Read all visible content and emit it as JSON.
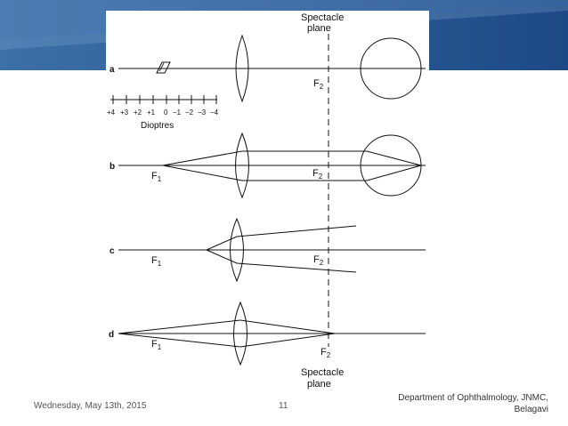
{
  "slide": {
    "date": "Wednesday, May 13th, 2015",
    "page_number": "11",
    "department_line1": "Department of Ophthalmology, JNMC,",
    "department_line2": "Belagavi",
    "accent_color": "#1f4e8c"
  },
  "figure": {
    "top_label_line1": "Spectacle",
    "top_label_line2": "plane",
    "bottom_label_line1": "Spectacle",
    "bottom_label_line2": "plane",
    "scale_ticks": [
      "+4",
      "+3",
      "+2",
      "+1",
      "0",
      "−1",
      "−2",
      "−3",
      "−4"
    ],
    "scale_label": "Dioptres",
    "panel_a": "a",
    "panel_b": "b",
    "panel_c": "c",
    "panel_d": "d",
    "f2_a": "F",
    "f2_a_sub": "2",
    "f1_b": "F",
    "f1_b_sub": "1",
    "f2_b": "F",
    "f2_b_sub": "2",
    "f1_c": "F",
    "f1_c_sub": "1",
    "f2_c": "F",
    "f2_c_sub": "2",
    "f1_d": "F",
    "f1_d_sub": "1",
    "f2_d": "F",
    "f2_d_sub": "2"
  }
}
